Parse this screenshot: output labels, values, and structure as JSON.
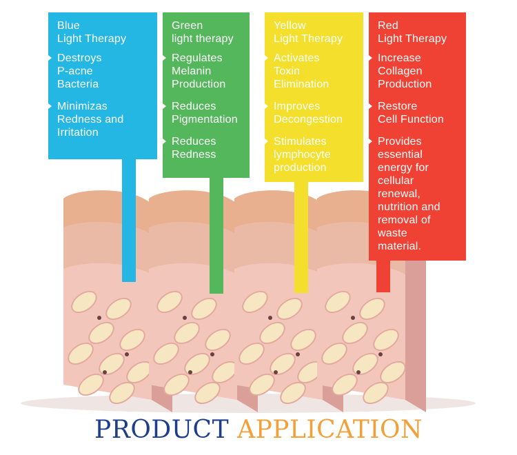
{
  "panels": [
    {
      "title": "Blue\nLight Therapy",
      "items": [
        "Destroys\nP-acne\nBacteria",
        "Minimizas\nRedness and\nIrritation"
      ],
      "color": "#25b7e4"
    },
    {
      "title": "Green\nlight therapy",
      "items": [
        "Regulates\nMelanin\nProduction",
        "Reduces\nPigmentation",
        "Reduces\nRedness"
      ],
      "color": "#55b75b"
    },
    {
      "title": "Yellow\nLight Therapy",
      "items": [
        "Activates\nToxin\nElimination",
        "Improves\nDecongestion",
        "Stimulates\nlymphocyte\nproduction"
      ],
      "color": "#f3df2c"
    },
    {
      "title": "Red\nLight Therapy",
      "items": [
        "Increase\nCollagen\nProduction",
        "Restore\nCell Function",
        "Provides\nessential\nenergy for\ncellular\nrenewal,\nnutrition and\nremoval of\nwaste\nmaterial."
      ],
      "color": "#ef4234"
    }
  ],
  "heading": {
    "word1": "PRODUCT",
    "word2": "APPLICATION",
    "color1": "#1e3e8a",
    "color2": "#f2a03a"
  },
  "skin_colors": {
    "top": "#e9b08f",
    "layer": "#e9b7a3",
    "side": "#f3c6bc",
    "cell": "#f6e6c2"
  },
  "icons": [
    "skin-cross-section-illustration"
  ]
}
